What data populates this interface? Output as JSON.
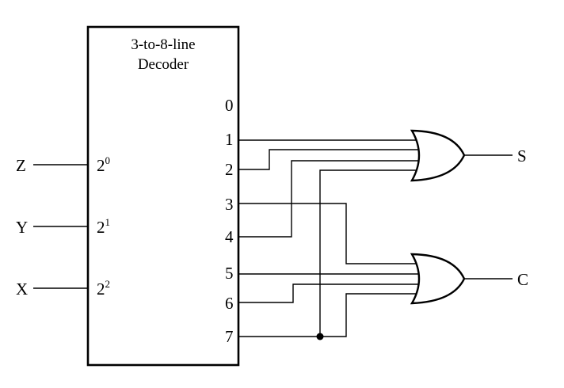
{
  "decoder": {
    "title_line1": "3-to-8-line",
    "title_line2": "Decoder",
    "inputs": [
      {
        "base": "2",
        "exp": "0"
      },
      {
        "base": "2",
        "exp": "1"
      },
      {
        "base": "2",
        "exp": "2"
      }
    ],
    "outputs": [
      "0",
      "1",
      "2",
      "3",
      "4",
      "5",
      "6",
      "7"
    ]
  },
  "inputs": {
    "z": "Z",
    "y": "Y",
    "x": "X"
  },
  "outputs": {
    "s": "S",
    "c": "C"
  }
}
